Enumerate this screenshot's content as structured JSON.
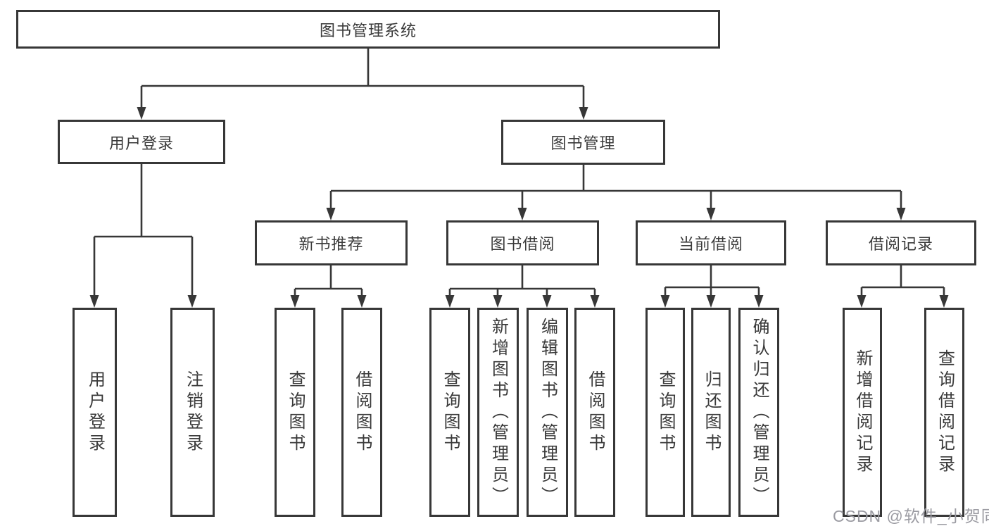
{
  "diagram": {
    "title": "图书管理系统",
    "line_color": "#373737",
    "text_color": "#3a3a3a",
    "watermark": "CSDN @软件_小贺同学",
    "nodes": {
      "root": "图书管理系统",
      "level2": [
        "用户登录",
        "图书管理"
      ],
      "level3": [
        "新书推荐",
        "图书借阅",
        "当前借阅",
        "借阅记录"
      ],
      "leaves_login": [
        "用户登录",
        "注销登录"
      ],
      "leaves_recommend": [
        "查询图书",
        "借阅图书"
      ],
      "leaves_borrow": [
        "查询图书",
        "新增图书（管理员）",
        "编辑图书（管理员）",
        "借阅图书"
      ],
      "leaves_current": [
        "查询图书",
        "归还图书",
        "确认归还（管理员）"
      ],
      "leaves_records": [
        "新增借阅记录",
        "查询借阅记录"
      ]
    }
  }
}
